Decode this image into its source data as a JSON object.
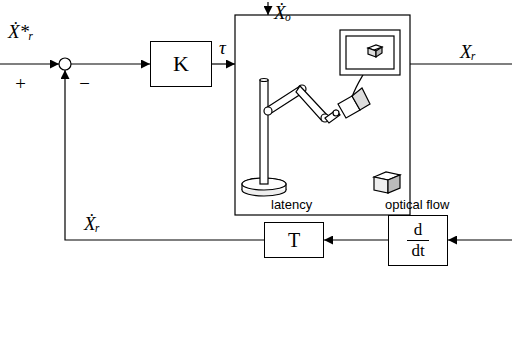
{
  "diagram": {
    "nodes": [
      {
        "text": [
          "K"
        ]
      },
      {
        "text": [
          "T"
        ]
      },
      {
        "text": [
          "d",
          "dt"
        ]
      }
    ],
    "edges": [
      {
        "from": 2,
        "to": 1,
        "arrow": "to"
      }
    ],
    "labels": [
      "Ẋ*ᵣ",
      "+",
      "−",
      "τ",
      "Ẋₒ",
      "Xᵣ",
      "Ẋᵣ",
      "latency",
      "optical flow"
    ]
  }
}
